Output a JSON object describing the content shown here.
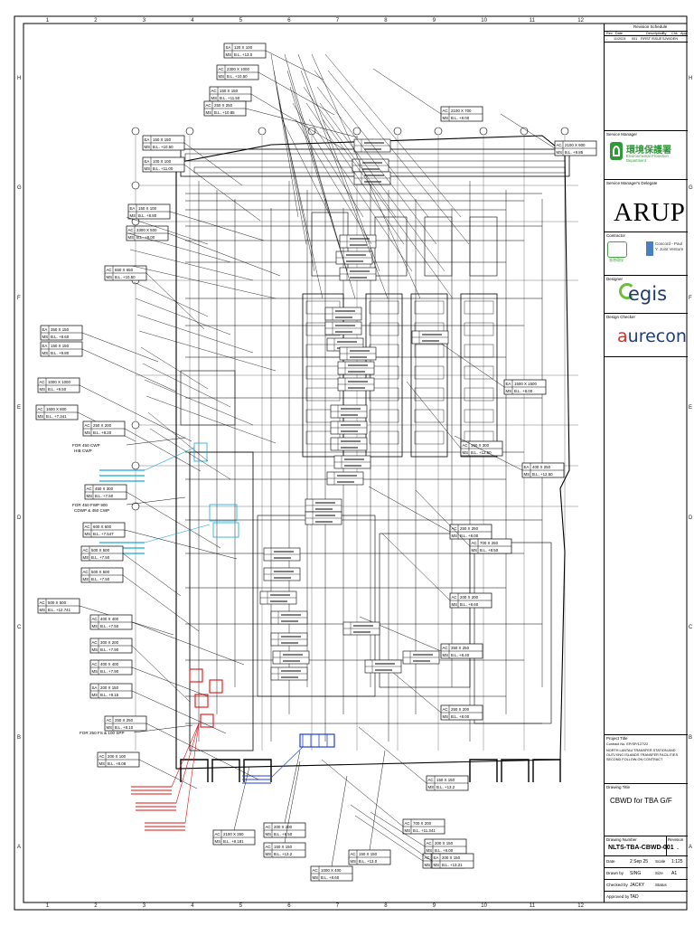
{
  "grid": {
    "columns": [
      "1",
      "2",
      "3",
      "4",
      "5",
      "6",
      "7",
      "8",
      "9",
      "10",
      "11",
      "12"
    ],
    "rows": [
      "H",
      "G",
      "F",
      "E",
      "D",
      "C",
      "B",
      "A"
    ]
  },
  "title_block": {
    "revisions_label": "Revision Schedule",
    "rev_header": [
      "Rev",
      "Date",
      "Description",
      "By",
      "Chk",
      "App"
    ],
    "rev_row": [
      "-",
      "11/2024",
      "001",
      "FIRST ISSUE",
      "SJW/DEN",
      ""
    ],
    "service_manager_label": "Service Manager",
    "epd_cn": "環境保護署",
    "epd_en": "Environmental Protection Department",
    "delegate_label": "Service Manager's Delegate",
    "delegate_logo": "ARUP",
    "contractor_label": "Contractor",
    "contractor_1": "香港環保",
    "contractor_2": "Concord - Paul Y. Joint Venture",
    "designer_label": "Designer",
    "designer_logo": "egis",
    "design_checker_label": "Design Checker",
    "design_checker_logo": "aurecon",
    "project_label": "Project Title",
    "contract_no": "Contract No. EP/SP/127/22",
    "project_title": "NORTH LANTAU TRANSFER STATION AND OUTLYING ISLANDS TRANSFER FACILITIES SECOND FOLLOW-ON CONTRACT",
    "drawing_title_label": "Drawing Title",
    "drawing_title": "CBWD for TBA G/F",
    "drawing_number_label": "Drawing Number",
    "drawing_number": "NLTS-TBA-CBWD-001",
    "revision_label": "Revision",
    "revision": "-",
    "rows": [
      {
        "k": "Date",
        "v": "2 Sep 25",
        "k2": "Scale",
        "v2": "1:125"
      },
      {
        "k": "Drawn by",
        "v": "SING",
        "k2": "Size",
        "v2": "A1"
      },
      {
        "k": "Checked by",
        "v": "JACKY",
        "k2": "Status",
        "v2": ""
      },
      {
        "k": "Approved by",
        "v": "TAD",
        "k2": "",
        "v2": ""
      }
    ]
  },
  "tags_left": [
    {
      "a": "SA",
      "l1": "120 X 100",
      "b": "MS",
      "l2": "B.L. +13.0"
    },
    {
      "a": "AC",
      "l1": "2300 X 1000",
      "b": "MS",
      "l2": "B.L. +10.50"
    },
    {
      "a": "AC",
      "l1": "150 X 150",
      "b": "MS",
      "l2": "B.L. +11.50"
    },
    {
      "a": "AC",
      "l1": "250 X 250",
      "b": "MS",
      "l2": "B.L. +10.85"
    },
    {
      "a": "EA",
      "l1": "150 X 150",
      "b": "MS",
      "l2": "B.L. +10.50"
    },
    {
      "a": "EA",
      "l1": "100 X 100",
      "b": "MS",
      "l2": "B.L. +11.00"
    },
    {
      "a": "EA",
      "l1": "150 X 100",
      "b": "MS",
      "l2": "B.L. +8.80"
    },
    {
      "a": "AC",
      "l1": "3300 X 500",
      "b": "MS",
      "l2": "B.L. +8.00"
    },
    {
      "a": "AC",
      "l1": "650 X 650",
      "b": "MS",
      "l2": "B.L. +10.50"
    },
    {
      "a": "EA",
      "l1": "350 X 150",
      "b": "MS",
      "l2": "B.L. +8.60"
    },
    {
      "a": "EA",
      "l1": "150 X 150",
      "b": "MS",
      "l2": "B.L. +9.80"
    },
    {
      "a": "AC",
      "l1": "1000 X 1000",
      "b": "MS",
      "l2": "B.L. +9.50"
    },
    {
      "a": "AC",
      "l1": "1600 X 800",
      "b": "MS",
      "l2": "B.L. +7.341"
    },
    {
      "a": "AC",
      "l1": "250 X 200",
      "b": "MS",
      "l2": "B.L. +8.20"
    },
    {
      "a": "AC",
      "l1": "450 X 300",
      "b": "MS",
      "l2": "B.L. +7.50"
    },
    {
      "a": "AC",
      "l1": "600 X 600",
      "b": "MS",
      "l2": "B.L. +7.547"
    },
    {
      "a": "AC",
      "l1": "500 X 500",
      "b": "MS",
      "l2": "B.L. +7.50"
    },
    {
      "a": "AC",
      "l1": "500 X 500",
      "b": "MS",
      "l2": "B.L. +7.50"
    },
    {
      "a": "AC",
      "l1": "500 X 500",
      "b": "MS",
      "l2": "B.L. +12.741"
    },
    {
      "a": "AC",
      "l1": "400 X 400",
      "b": "MS",
      "l2": "B.L. +7.50"
    },
    {
      "a": "AC",
      "l1": "300 X 200",
      "b": "MS",
      "l2": "B.L. +7.90"
    },
    {
      "a": "AC",
      "l1": "400 X 400",
      "b": "MS",
      "l2": "B.L. +7.90"
    },
    {
      "a": "SA",
      "l1": "200 X 150",
      "b": "MS",
      "l2": "B.L. +8.15"
    },
    {
      "a": "AC",
      "l1": "250 X 250",
      "b": "MS",
      "l2": "B.L. +8.10"
    },
    {
      "a": "AC",
      "l1": "200 X 100",
      "b": "MS",
      "l2": "B.L. +8.08"
    }
  ],
  "tags_right": [
    {
      "a": "AC",
      "l1": "2100 X 900",
      "b": "MS",
      "l2": "B.L. +9.85"
    },
    {
      "a": "AC",
      "l1": "2100 X 700",
      "b": "MS",
      "l2": "B.L. +8.00"
    },
    {
      "a": "EA",
      "l1": "1500 X 1500",
      "b": "MS",
      "l2": "B.L. +8.00"
    },
    {
      "a": "AC",
      "l1": "150 X 300",
      "b": "MS",
      "l2": "B.L. +12.50"
    },
    {
      "a": "EA",
      "l1": "400 X 250",
      "b": "MS",
      "l2": "B.L. +12.50"
    },
    {
      "a": "AC",
      "l1": "250 X 250",
      "b": "MS",
      "l2": "B.L. +8.00"
    },
    {
      "a": "AC",
      "l1": "700 X 250",
      "b": "MS",
      "l2": "B.L. +8.50"
    },
    {
      "a": "AC",
      "l1": "200 X 200",
      "b": "MS",
      "l2": "B.L. +8.60"
    },
    {
      "a": "AC",
      "l1": "350 X 250",
      "b": "MS",
      "l2": "B.L. +8.40"
    },
    {
      "a": "AC",
      "l1": "250 X 200",
      "b": "MS",
      "l2": "B.L. +8.00"
    },
    {
      "a": "AC",
      "l1": "150 X 150",
      "b": "MS",
      "l2": "B.L. +13.2"
    },
    {
      "a": "AC",
      "l1": "700 X 200",
      "b": "MS",
      "l2": "B.L. +11.341"
    },
    {
      "a": "AC",
      "l1": "200 X 150",
      "b": "MS",
      "l2": "B.L. +8.00"
    },
    {
      "a": "AC",
      "l1": "150 X 150",
      "b": "MS",
      "l2": "B.L. +13.2"
    },
    {
      "a": "EA",
      "l1": "200 X 150",
      "b": "MS",
      "l2": "B.L. +13.21"
    }
  ],
  "tags_bottom": [
    {
      "a": "AC",
      "l1": "2100 X 350",
      "b": "MS",
      "l2": "B.L. +8.181"
    },
    {
      "a": "AC",
      "l1": "200 X 200",
      "b": "MS",
      "l2": "B.L. +8.50"
    },
    {
      "a": "AC",
      "l1": "150 X 150",
      "b": "MS",
      "l2": "B.L. +13.2"
    },
    {
      "a": "AC",
      "l1": "1000 X 400",
      "b": "MS",
      "l2": "B.L. +8.60"
    },
    {
      "a": "AC",
      "l1": "150 X 150",
      "b": "MS",
      "l2": "B.L. +13.0"
    }
  ],
  "notes_left": [
    {
      "t": "FOR 450 CWP",
      "u": "HIB CWP"
    },
    {
      "t": "FOR 450 FWP 900",
      "u": "CDWP & 450 CWP"
    },
    {
      "t": "FOR 250 FS & 100 SPP",
      "u": ""
    }
  ]
}
